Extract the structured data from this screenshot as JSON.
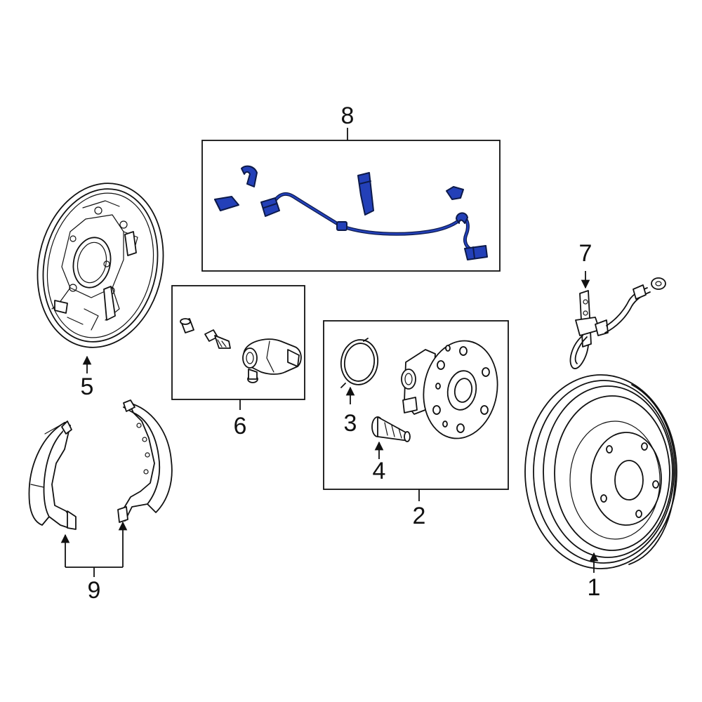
{
  "colors": {
    "line": "#111111",
    "highlight": "#2340b8",
    "highlight_outline": "#0d1a4a",
    "background": "#ffffff"
  },
  "callouts": [
    {
      "id": "1",
      "text": "1"
    },
    {
      "id": "2",
      "text": "2"
    },
    {
      "id": "3",
      "text": "3"
    },
    {
      "id": "4",
      "text": "4"
    },
    {
      "id": "5",
      "text": "5"
    },
    {
      "id": "6",
      "text": "6"
    },
    {
      "id": "7",
      "text": "7"
    },
    {
      "id": "8",
      "text": "8"
    },
    {
      "id": "9",
      "text": "9"
    }
  ]
}
